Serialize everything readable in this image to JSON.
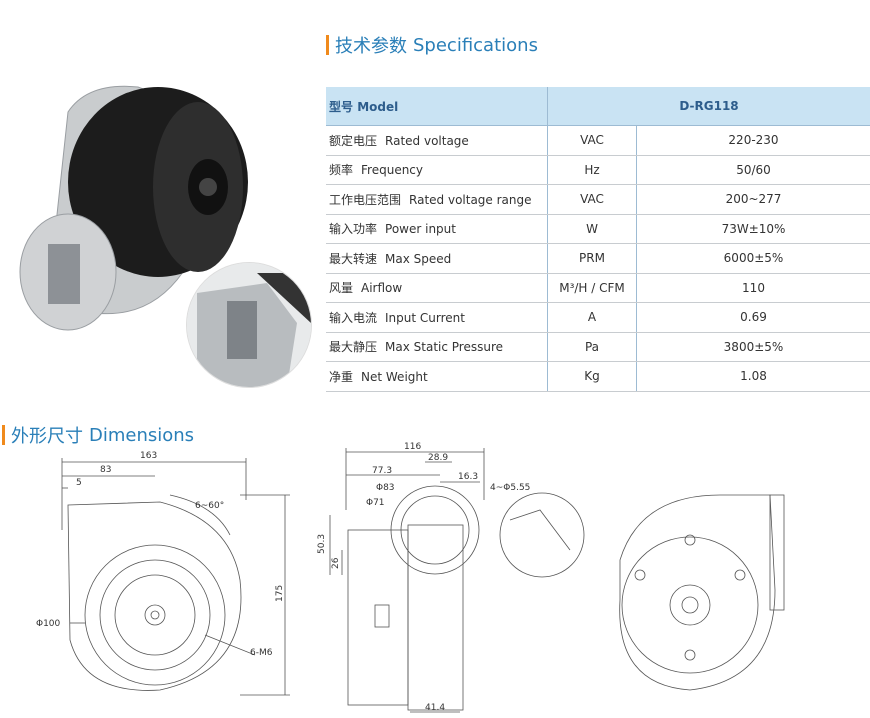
{
  "spec_section_title": {
    "cn": "技术参数",
    "en": "Specifications"
  },
  "dim_section_title": {
    "cn": "外形尺寸",
    "en": "Dimensions"
  },
  "model_row": {
    "label_cn": "型号",
    "label_en": "Model",
    "value": "D-RG118"
  },
  "specs": [
    {
      "cn": "额定电压",
      "en": "Rated voltage",
      "unit": "VAC",
      "value": "220-230"
    },
    {
      "cn": "频率",
      "en": "Frequency",
      "unit": "Hz",
      "value": "50/60"
    },
    {
      "cn": "工作电压范围",
      "en": "Rated voltage range",
      "unit": "VAC",
      "value": "200~277"
    },
    {
      "cn": "输入功率",
      "en": "Power input",
      "unit": "W",
      "value": "73W±10%"
    },
    {
      "cn": "最大转速",
      "en": "Max Speed",
      "unit": "PRM",
      "value": "6000±5%"
    },
    {
      "cn": "风量",
      "en": "Airflow",
      "unit": "M³/H / CFM",
      "value": "110"
    },
    {
      "cn": "输入电流",
      "en": "Input Current",
      "unit": "A",
      "value": "0.69"
    },
    {
      "cn": "最大静压",
      "en": "Max Static Pressure",
      "unit": "Pa",
      "value": "3800±5%"
    },
    {
      "cn": "净重",
      "en": "Net Weight",
      "unit": "Kg",
      "value": "1.08"
    }
  ],
  "dimensions": {
    "d163": "163",
    "d83": "83",
    "d5": "5",
    "angle": "6~60°",
    "phi100": "Φ100",
    "d175": "175",
    "m6": "6-M6",
    "d116": "116",
    "d28_9": "28.9",
    "d77_3": "77.3",
    "d16_3": "16.3",
    "phi83": "Φ83",
    "phi71": "Φ71",
    "holes": "4~Φ5.55",
    "d50_3": "50.3",
    "d26": "26",
    "d41_4": "41.4"
  },
  "colors": {
    "accent": "#2a7fb8",
    "bar": "#f08a1c",
    "header_bg": "#c9e3f3"
  }
}
